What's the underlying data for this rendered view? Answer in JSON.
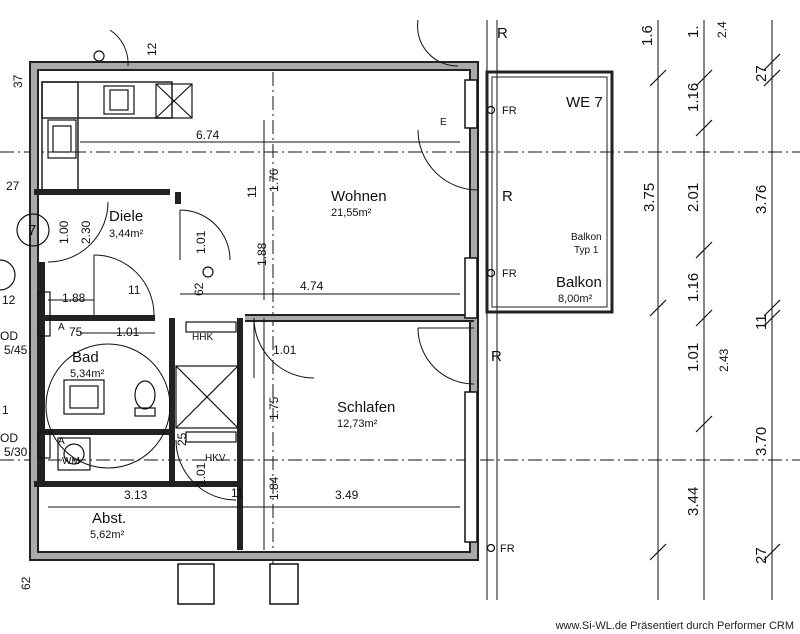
{
  "rooms": {
    "wohnen": {
      "name": "Wohnen",
      "area": "21,55m²"
    },
    "schlafen": {
      "name": "Schlafen",
      "area": "12,73m²"
    },
    "diele": {
      "name": "Diele",
      "area": "3,44m²"
    },
    "bad": {
      "name": "Bad",
      "area": "5,34m²"
    },
    "abst": {
      "name": "Abst.",
      "area": "5,62m²"
    },
    "balkon": {
      "name": "Balkon",
      "area": "8,00m²",
      "type_line1": "Balkon",
      "type_line2": "Typ 1"
    }
  },
  "unit_label": "WE 7",
  "unit_number": "7",
  "window_marks": {
    "fr": "FR",
    "r": "R",
    "e": "E"
  },
  "fixtures": {
    "hhk": "HHK",
    "hkv": "HKV",
    "wm": "WM",
    "a": "A"
  },
  "dimensions": {
    "top_width": "6.74",
    "wohnen_width": "4.74",
    "abst_width": "3.13",
    "schlafen_width": "3.49",
    "diele_left": "1.88",
    "bad_width": "1.01",
    "door_1_01": "1.01",
    "d_1_76": "1.76",
    "d_1_88": "1.88",
    "d_1_75": "1.75",
    "d_1_84": "1.84",
    "d_1_00": "1.00",
    "d_2_30": "2.30",
    "d_27": "27",
    "d_75": "75",
    "d_11": "11",
    "d_62": "62",
    "d_25": "25",
    "d_12": "12",
    "d_37": "37",
    "d_1": "1",
    "sup_5": "5"
  },
  "right_dims": {
    "col1": [
      "3.75",
      "1.01",
      "3.44"
    ],
    "col2": [
      "1.16",
      "2.01",
      "1.16",
      "2.43"
    ],
    "col3": [
      "27",
      "3.76",
      "11",
      "3.70",
      "27"
    ],
    "top_cut": [
      "1.6",
      "1.",
      "2.4"
    ]
  },
  "left_marks": {
    "od1": "OD",
    "od1v": "5/45",
    "od2": "OD",
    "od2v": "5/30"
  },
  "footer": "www.Si-WL.de Präsentiert durch Performer CRM"
}
